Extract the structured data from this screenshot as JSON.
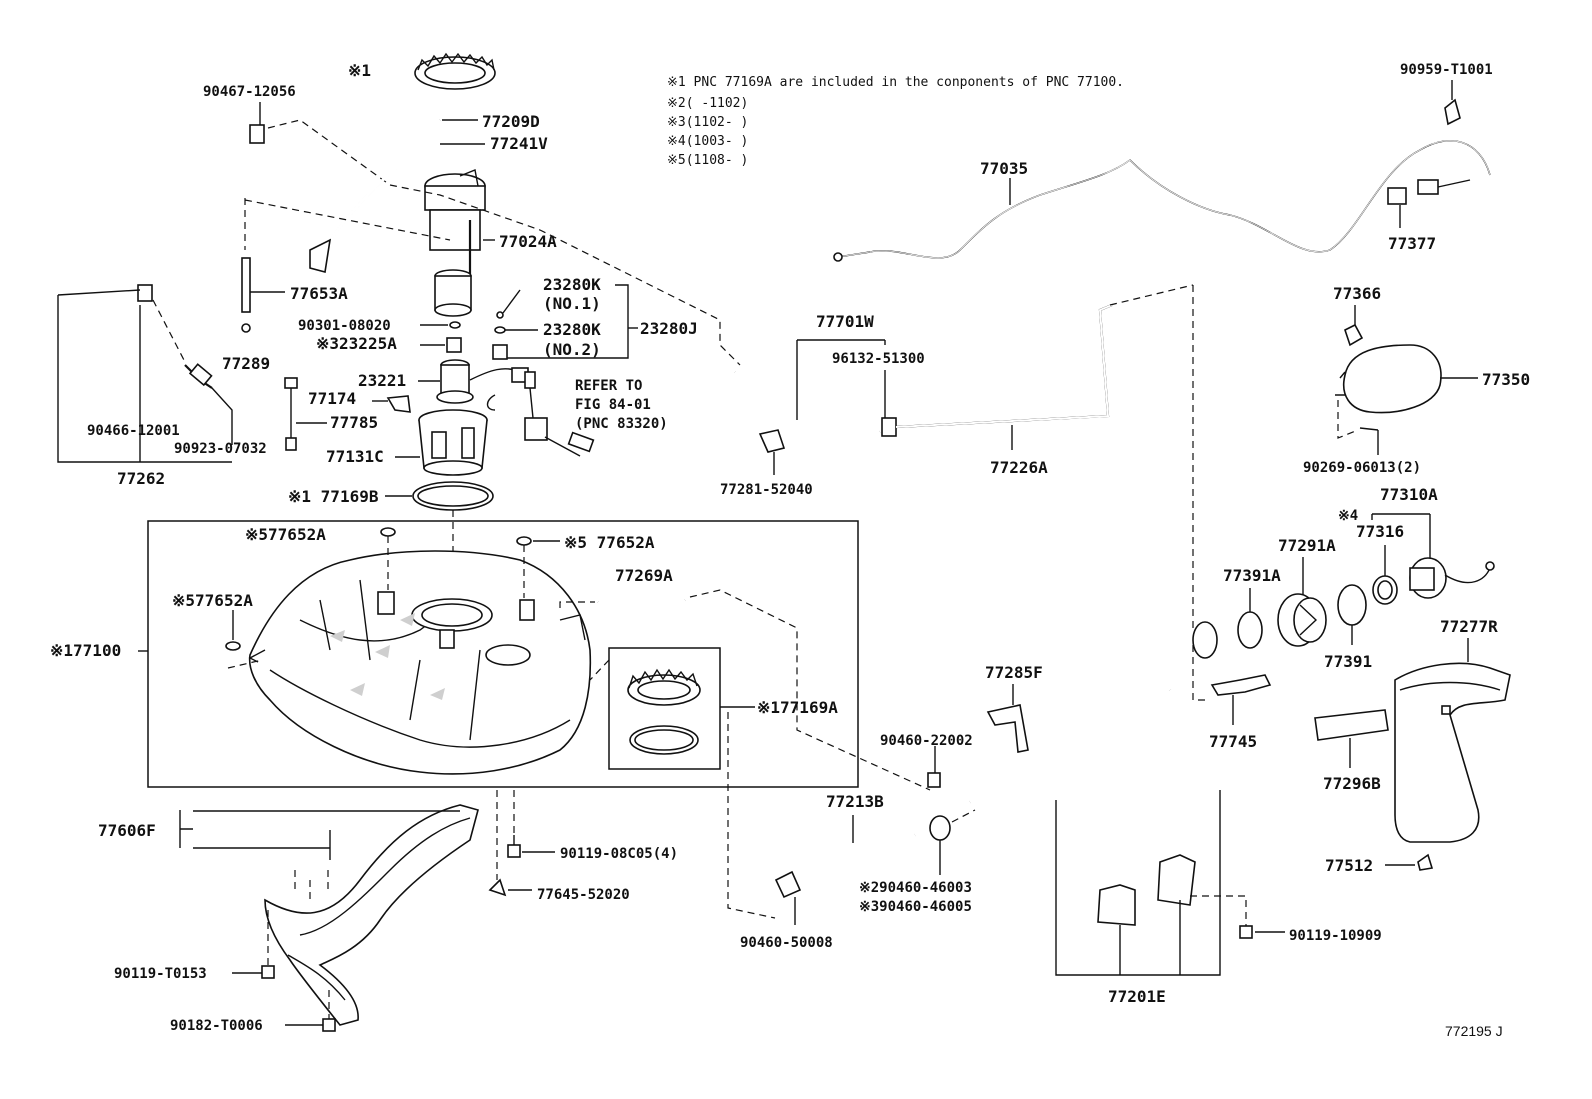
{
  "notes": [
    "※1 PNC 77169A are included in the conponents of PNC 77100.",
    "※2(   -1102)",
    "※3(1102-   )",
    "※4(1003-   )",
    "※5(1108-   )"
  ],
  "labels": {
    "ring_top": "※1",
    "p90467": "90467-12056",
    "p77209D": "77209D",
    "p77241V": "77241V",
    "p77024A": "77024A",
    "p77653A": "77653A",
    "p23280K1": "23280K",
    "p23280K1b": "(NO.1)",
    "p23280K2": "23280K",
    "p23280K2b": "(NO.2)",
    "p23280J": "23280J",
    "p90301": "90301-08020",
    "p23225A": "※323225A",
    "p77289": "77289",
    "p23221": "23221",
    "p77174": "77174",
    "p77785": "77785",
    "p77131C": "77131C",
    "p77169B": "※1 77169B",
    "p90466": "90466-12001",
    "p90923": "90923-07032",
    "p77262": "77262",
    "refer1": "REFER TO",
    "refer2": "FIG 84-01",
    "refer3": "(PNC 83320)",
    "p77652A_a": "※577652A",
    "p77652A_b": "※5 77652A",
    "p77652A_c": "※577652A",
    "p77269A": "77269A",
    "p77100": "※177100",
    "p77169A": "※177169A",
    "p77606F": "77606F",
    "p90119_08C05": "90119-08C05(4)",
    "p77645": "77645-52020",
    "p90119_T0153": "90119-T0153",
    "p90182": "90182-T0006",
    "p77035": "77035",
    "p90959": "90959-T1001",
    "p77377": "77377",
    "p77701W": "77701W",
    "p96132": "96132-51300",
    "p77281": "77281-52040",
    "p77226A": "77226A",
    "p77366": "77366",
    "p77350": "77350",
    "p90269": "90269-06013(2)",
    "p77310A": "77310A",
    "p77316": "77316",
    "p77316_mark": "※4",
    "p77291A": "77291A",
    "p77391A": "77391A",
    "p77391": "77391",
    "p77277R": "77277R",
    "p77745": "77745",
    "p77285F": "77285F",
    "p90460_22002": "90460-22002",
    "p77296B": "77296B",
    "p77213B": "77213B",
    "p90460_46003": "※290460-46003",
    "p90460_46005": "※390460-46005",
    "p90460_50008": "90460-50008",
    "p77512": "77512",
    "p90119_10909": "90119-10909",
    "p77201E": "77201E",
    "figure_code": "772195 J"
  }
}
